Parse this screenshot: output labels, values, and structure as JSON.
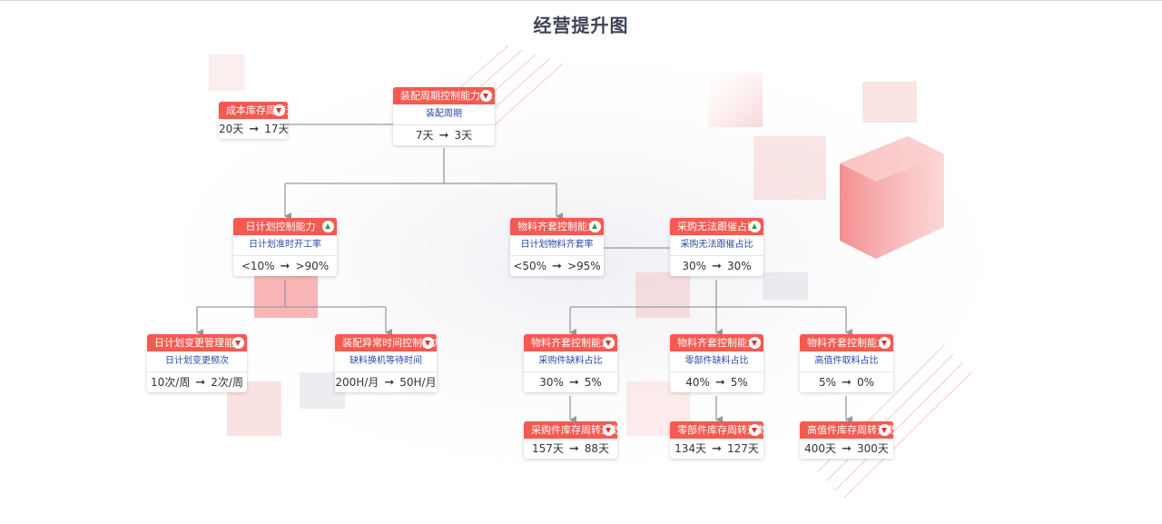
{
  "title": "经营提升图",
  "nodes": {
    "n1": {
      "head": "成本库存周转天数",
      "trend": "down",
      "sub": "",
      "from": "20天",
      "to": "17天"
    },
    "n2": {
      "head": "装配周期控制能力",
      "trend": "down",
      "sub": "装配周期",
      "from": "7天",
      "to": "3天"
    },
    "n3": {
      "head": "日计划控制能力",
      "trend": "up",
      "sub": "日计划准时开工率",
      "from": "<10%",
      "to": ">90%"
    },
    "n4": {
      "head": "物料齐套控制能力",
      "trend": "up",
      "sub": "日计划物料齐套率",
      "from": "<50%",
      "to": ">95%"
    },
    "n5": {
      "head": "采购无法跟催占比",
      "trend": "up",
      "sub": "采购无法跟催占比",
      "from": "30%",
      "to": "30%"
    },
    "n6": {
      "head": "日计划变更管理能力",
      "trend": "down",
      "sub": "日计划变更频次",
      "from": "10次/周",
      "to": "2次/周"
    },
    "n7": {
      "head": "装配异常时间控制能力",
      "trend": "down",
      "sub": "缺料换机等待时间",
      "from": "200H/月",
      "to": "50H/月"
    },
    "n8": {
      "head": "物料齐套控制能力",
      "trend": "down",
      "sub": "采购件缺料占比",
      "from": "30%",
      "to": "5%"
    },
    "n9": {
      "head": "物料齐套控制能力",
      "trend": "down",
      "sub": "零部件缺料占比",
      "from": "40%",
      "to": "5%"
    },
    "n10": {
      "head": "物料齐套控制能力",
      "trend": "down",
      "sub": "高值件取料占比",
      "from": "5%",
      "to": "0%"
    },
    "n11": {
      "head": "采购件库存周转天数",
      "trend": "down",
      "sub": "",
      "from": "157天",
      "to": "88天"
    },
    "n12": {
      "head": "零部件库存周转天数",
      "trend": "down",
      "sub": "",
      "from": "134天",
      "to": "127天"
    },
    "n13": {
      "head": "高值件库存周转天数",
      "trend": "down",
      "sub": "",
      "from": "400天",
      "to": "300天"
    }
  },
  "colors": {
    "header": "#f55a50",
    "trend_down": "#d8302a",
    "trend_up": "#28a05a",
    "line": "#9a9a9a",
    "link": "#2b4aa8"
  }
}
